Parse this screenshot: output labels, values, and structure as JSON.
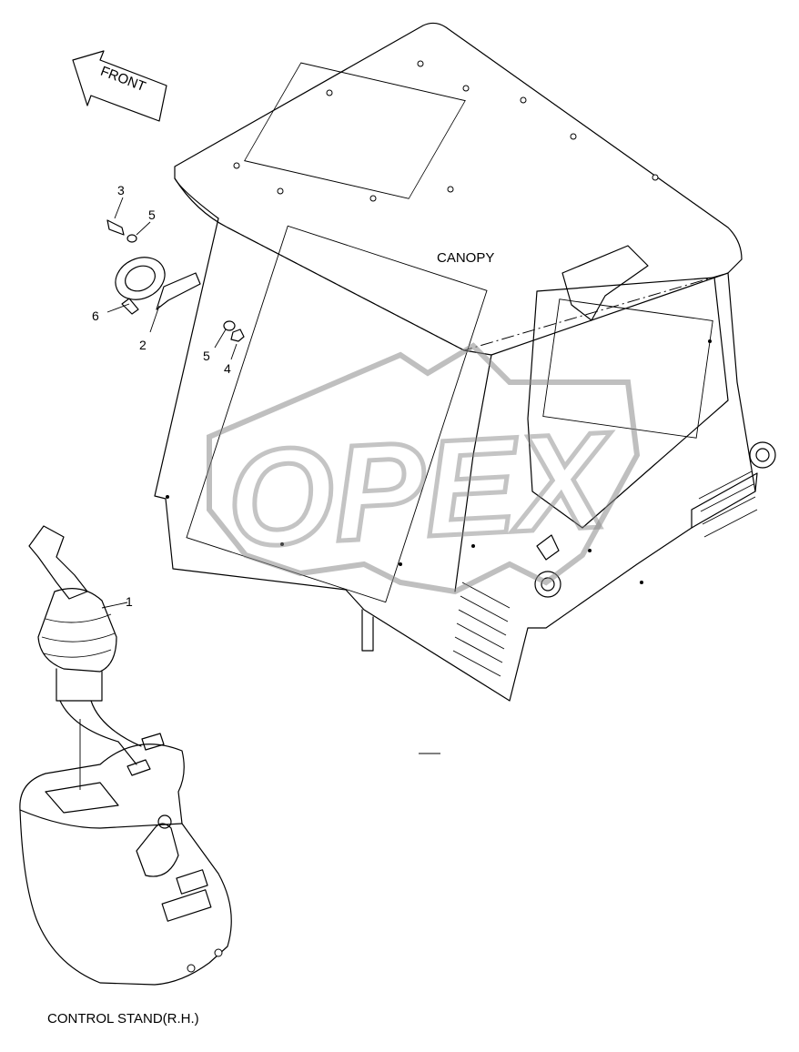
{
  "labels": {
    "front": "FRONT",
    "canopy": "CANOPY",
    "control_stand": "CONTROL STAND(R.H.)",
    "watermark": "OPEX"
  },
  "callouts": [
    "1",
    "2",
    "3",
    "4",
    "5",
    "5",
    "6"
  ]
}
